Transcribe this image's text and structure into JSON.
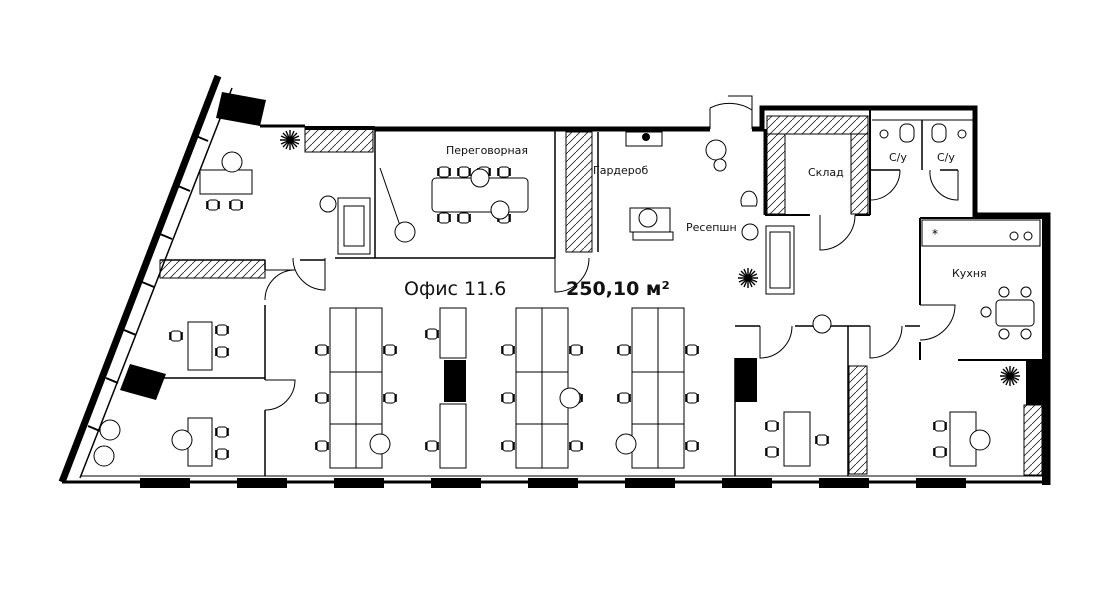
{
  "office": {
    "name": "Офис 11.6",
    "area": "250,10 м²"
  },
  "rooms": {
    "meeting": "Переговорная",
    "wardrobe": "Гардероб",
    "reception": "Ресепшн",
    "storage": "Склад",
    "wc_left": "С/у",
    "wc_right": "С/у",
    "kitchen": "Кухня"
  },
  "colors": {
    "wall": "#000000",
    "background": "#ffffff"
  }
}
